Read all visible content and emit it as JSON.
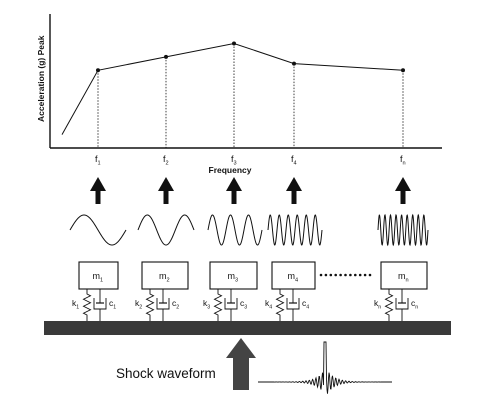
{
  "chart": {
    "ylabel": "Acceleration (g) Peak",
    "xlabel": "Frequency",
    "ticks": [
      {
        "main": "f",
        "sub": "1"
      },
      {
        "main": "f",
        "sub": "2"
      },
      {
        "main": "f",
        "sub": "3"
      },
      {
        "main": "f",
        "sub": "4"
      },
      {
        "main": "f",
        "sub": "n"
      }
    ]
  },
  "chart_data": {
    "type": "line",
    "title": "",
    "xlabel": "Frequency",
    "ylabel": "Acceleration (g) Peak",
    "categories": [
      "f1",
      "f2",
      "f3",
      "f4",
      "fn"
    ],
    "x": [
      1,
      2,
      3,
      4,
      6
    ],
    "values": [
      0.58,
      0.68,
      0.78,
      0.63,
      0.58
    ],
    "start_point": {
      "x": 0.35,
      "y": 0.1
    },
    "ylim": [
      0,
      1
    ],
    "grid": false
  },
  "masses": [
    {
      "label": "m",
      "sub": "1",
      "k": "k",
      "k_sub": "1",
      "c": "c",
      "c_sub": "1"
    },
    {
      "label": "m",
      "sub": "2",
      "k": "k",
      "k_sub": "2",
      "c": "c",
      "c_sub": "2"
    },
    {
      "label": "m",
      "sub": "3",
      "k": "k",
      "k_sub": "3",
      "c": "c",
      "c_sub": "3"
    },
    {
      "label": "m",
      "sub": "4",
      "k": "k",
      "k_sub": "4",
      "c": "c",
      "c_sub": "4"
    },
    {
      "label": "m",
      "sub": "n",
      "k": "k",
      "k_sub": "n",
      "c": "c",
      "c_sub": "n"
    }
  ],
  "wave_cycles": [
    1,
    1.5,
    3,
    6,
    9
  ],
  "shock_label": "Shock waveform",
  "colors": {
    "ink": "#111111",
    "base": "#3a3a3a",
    "arrow": "#444444",
    "mass_fill": "#ffffff"
  }
}
